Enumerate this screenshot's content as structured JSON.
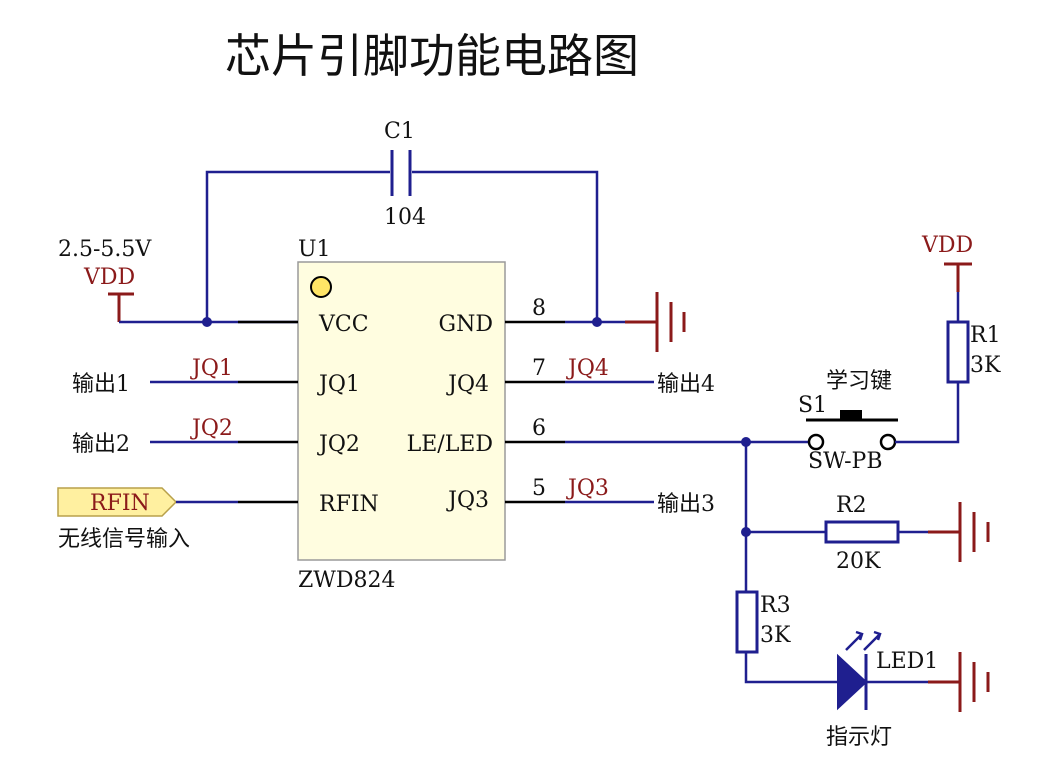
{
  "title": "芯片引脚功能电路图",
  "chip": {
    "ref": "U1",
    "part": "ZWD824",
    "pins_left": [
      "VCC",
      "JQ1",
      "JQ2",
      "RFIN"
    ],
    "pins_right": [
      "GND",
      "JQ4",
      "LE/LED",
      "JQ3"
    ],
    "pin_numbers_right": [
      "8",
      "7",
      "6",
      "5"
    ]
  },
  "capacitor": {
    "ref": "C1",
    "value": "104"
  },
  "supply_left": {
    "range": "2.5-5.5V",
    "name": "VDD"
  },
  "supply_right": {
    "name": "VDD"
  },
  "nets": {
    "jq1": "JQ1",
    "jq2": "JQ2",
    "jq3": "JQ3",
    "jq4": "JQ4"
  },
  "outputs": {
    "out1": "输出1",
    "out2": "输出2",
    "out3": "输出3",
    "out4": "输出4"
  },
  "rf_input": {
    "port": "RFIN",
    "desc": "无线信号输入"
  },
  "switch": {
    "ref": "S1",
    "type": "SW-PB",
    "desc": "学习键"
  },
  "r1": {
    "ref": "R1",
    "value": "3K"
  },
  "r2": {
    "ref": "R2",
    "value": "20K"
  },
  "r3": {
    "ref": "R3",
    "value": "3K"
  },
  "led": {
    "ref": "LED1",
    "desc": "指示灯"
  },
  "colors": {
    "wire": "#1f1f8f",
    "net_label": "#8b1a1a",
    "chip_fill": "#fffde0",
    "port_fill": "#fff0a0"
  }
}
